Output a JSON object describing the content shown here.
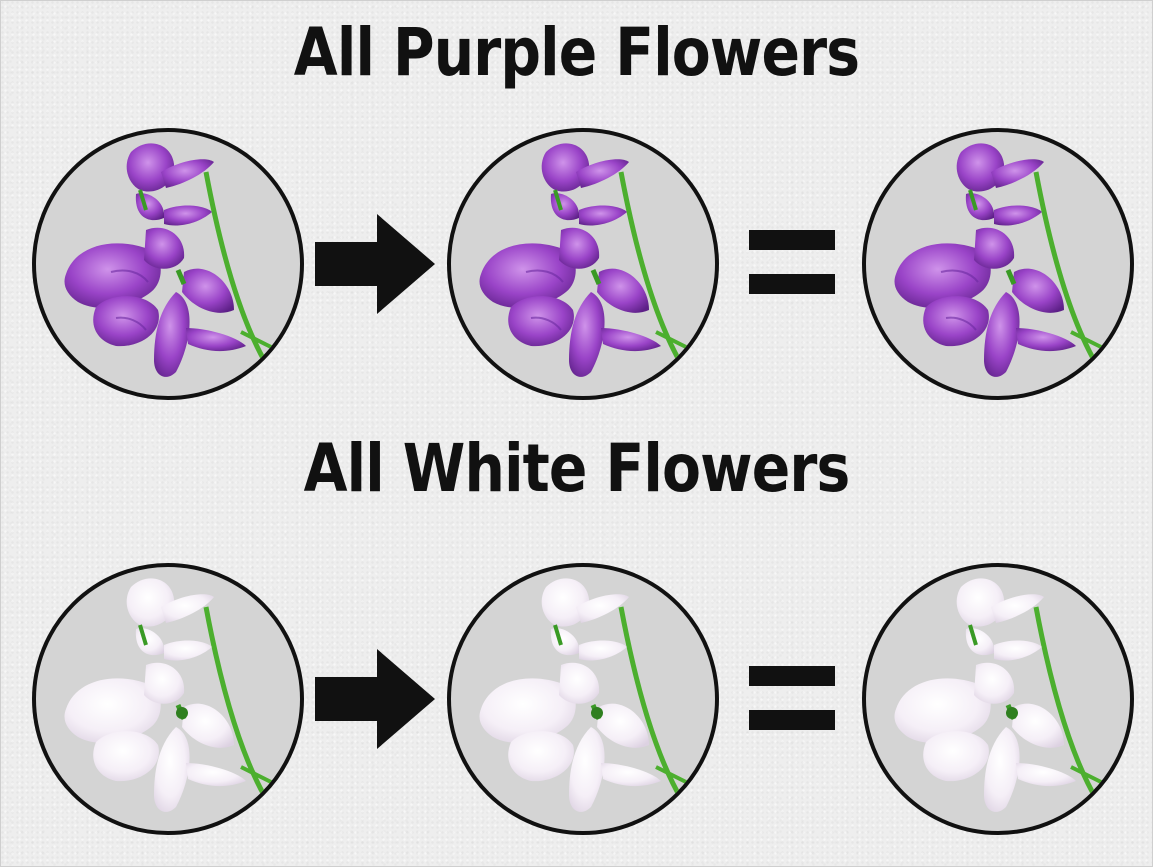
{
  "headings": {
    "purple": "All Purple Flowers",
    "white": "All White Flowers"
  },
  "rows": [
    {
      "id": "purple",
      "flower_color": "purple",
      "petal_color": "#9a44c8",
      "petal_light": "#c98be6",
      "petal_dark": "#5a1f82",
      "items": [
        "parent-flower-icon",
        "arrow-icon",
        "parent-flower-icon",
        "equals-icon",
        "offspring-flower-icon"
      ]
    },
    {
      "id": "white",
      "flower_color": "white",
      "petal_color": "#f4eef6",
      "petal_light": "#ffffff",
      "petal_dark": "#dcd2e0",
      "items": [
        "parent-flower-icon",
        "arrow-icon",
        "parent-flower-icon",
        "equals-icon",
        "offspring-flower-icon"
      ]
    }
  ],
  "colors": {
    "circle_fill": "#d4d4d4",
    "outline": "#111111",
    "stem": "#4caf2e"
  }
}
